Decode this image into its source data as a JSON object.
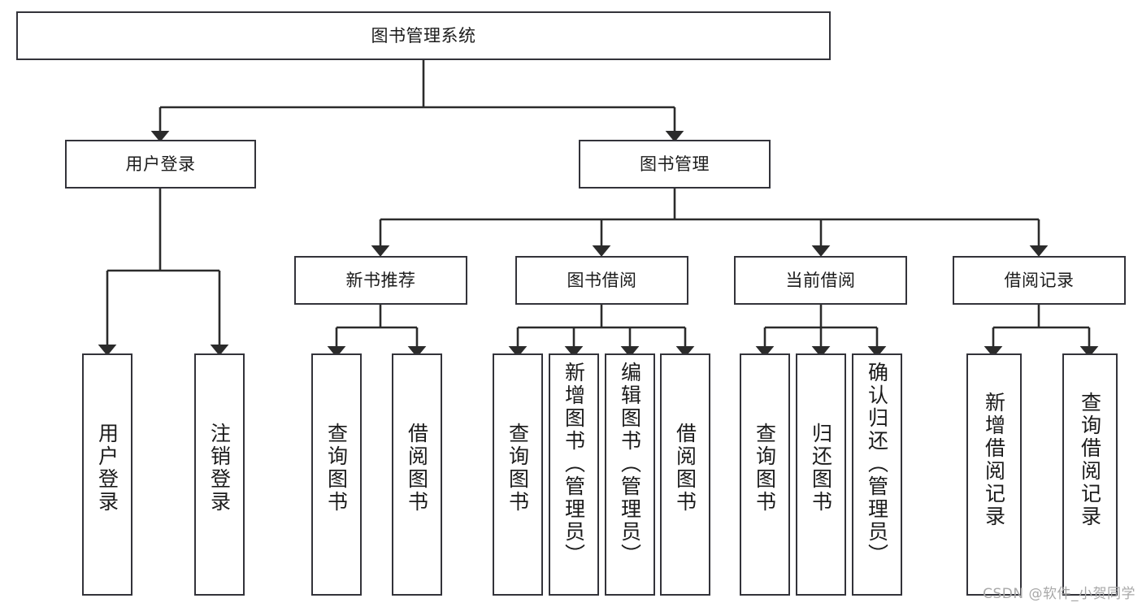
{
  "diagram": {
    "title": "图书管理系统",
    "type": "tree-hierarchy-diagram",
    "watermark": "CSDN @软件_小贺同学",
    "colors": {
      "background": "#ffffff",
      "node_border": "#33333a",
      "node_fill": "#ffffff",
      "text": "#1b1b1b",
      "edge": "#2b2b2b",
      "watermark": "#a8a8a8"
    },
    "nodes": {
      "root": {
        "id": "root",
        "label": "图书管理系统",
        "level": 1,
        "orientation": "horizontal"
      },
      "l2": [
        {
          "id": "user-login",
          "label": "用户登录",
          "level": 2,
          "orientation": "horizontal"
        },
        {
          "id": "book-manage",
          "label": "图书管理",
          "level": 2,
          "orientation": "horizontal"
        }
      ],
      "l3": [
        {
          "id": "new-book-recommend",
          "label": "新书推荐",
          "level": 3,
          "orientation": "horizontal"
        },
        {
          "id": "book-borrow",
          "label": "图书借阅",
          "level": 3,
          "orientation": "horizontal"
        },
        {
          "id": "current-borrow",
          "label": "当前借阅",
          "level": 3,
          "orientation": "horizontal"
        },
        {
          "id": "borrow-record",
          "label": "借阅记录",
          "level": 3,
          "orientation": "horizontal"
        }
      ],
      "leaves": [
        {
          "id": "leaf-user-login",
          "label": "用户登录",
          "parent": "user-login",
          "orientation": "vertical"
        },
        {
          "id": "leaf-user-logout",
          "label": "注销登录",
          "parent": "user-login",
          "orientation": "vertical"
        },
        {
          "id": "leaf-query-book-1",
          "label": "查询图书",
          "parent": "new-book-recommend",
          "orientation": "vertical"
        },
        {
          "id": "leaf-borrow-book-1",
          "label": "借阅图书",
          "parent": "new-book-recommend",
          "orientation": "vertical"
        },
        {
          "id": "leaf-query-book-2",
          "label": "查询图书",
          "parent": "book-borrow",
          "orientation": "vertical"
        },
        {
          "id": "leaf-add-book",
          "label": "新增图书（管理员）",
          "parent": "book-borrow",
          "orientation": "vertical"
        },
        {
          "id": "leaf-edit-book",
          "label": "编辑图书（管理员）",
          "parent": "book-borrow",
          "orientation": "vertical"
        },
        {
          "id": "leaf-borrow-book-2",
          "label": "借阅图书",
          "parent": "book-borrow",
          "orientation": "vertical"
        },
        {
          "id": "leaf-query-book-3",
          "label": "查询图书",
          "parent": "current-borrow",
          "orientation": "vertical"
        },
        {
          "id": "leaf-return-book",
          "label": "归还图书",
          "parent": "current-borrow",
          "orientation": "vertical"
        },
        {
          "id": "leaf-confirm-return",
          "label": "确认归还（管理员）",
          "parent": "current-borrow",
          "orientation": "vertical"
        },
        {
          "id": "leaf-add-record",
          "label": "新增借阅记录",
          "parent": "borrow-record",
          "orientation": "vertical"
        },
        {
          "id": "leaf-query-record",
          "label": "查询借阅记录",
          "parent": "borrow-record",
          "orientation": "vertical"
        }
      ]
    }
  }
}
